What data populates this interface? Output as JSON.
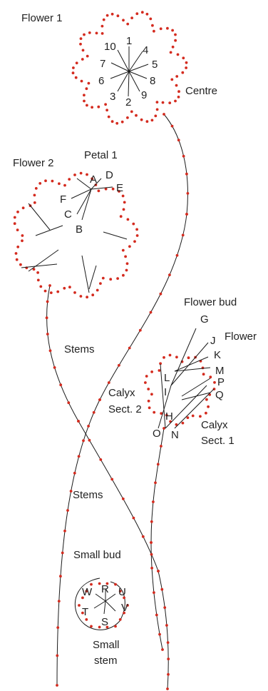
{
  "colors": {
    "dot": "#d42b1f",
    "line": "#1a1a1a",
    "text": "#222222",
    "background": "#ffffff"
  },
  "labels": {
    "flower1": "Flower 1",
    "centre": "Centre",
    "flower2": "Flower 2",
    "petal1": "Petal 1",
    "flower_bud": "Flower bud",
    "flower": "Flower",
    "stems_upper": "Stems",
    "stems_lower": "Stems",
    "calyx2_line1": "Calyx",
    "calyx2_line2": "Sect. 2",
    "calyx1_line1": "Calyx",
    "calyx1_line2": "Sect. 1",
    "small_bud": "Small bud",
    "small_stem_line1": "Small",
    "small_stem_line2": "stem"
  },
  "flower1_numbers": [
    "1",
    "4",
    "5",
    "8",
    "9",
    "2",
    "3",
    "6",
    "7",
    "10"
  ],
  "flower2_letters": [
    "A",
    "D",
    "E",
    "F",
    "C",
    "B"
  ],
  "bud_letters": [
    "G",
    "J",
    "K",
    "M",
    "P",
    "Q",
    "L",
    "I",
    "H",
    "O",
    "N"
  ],
  "small_bud_letters": [
    "R",
    "U",
    "V",
    "S",
    "T",
    "W"
  ]
}
